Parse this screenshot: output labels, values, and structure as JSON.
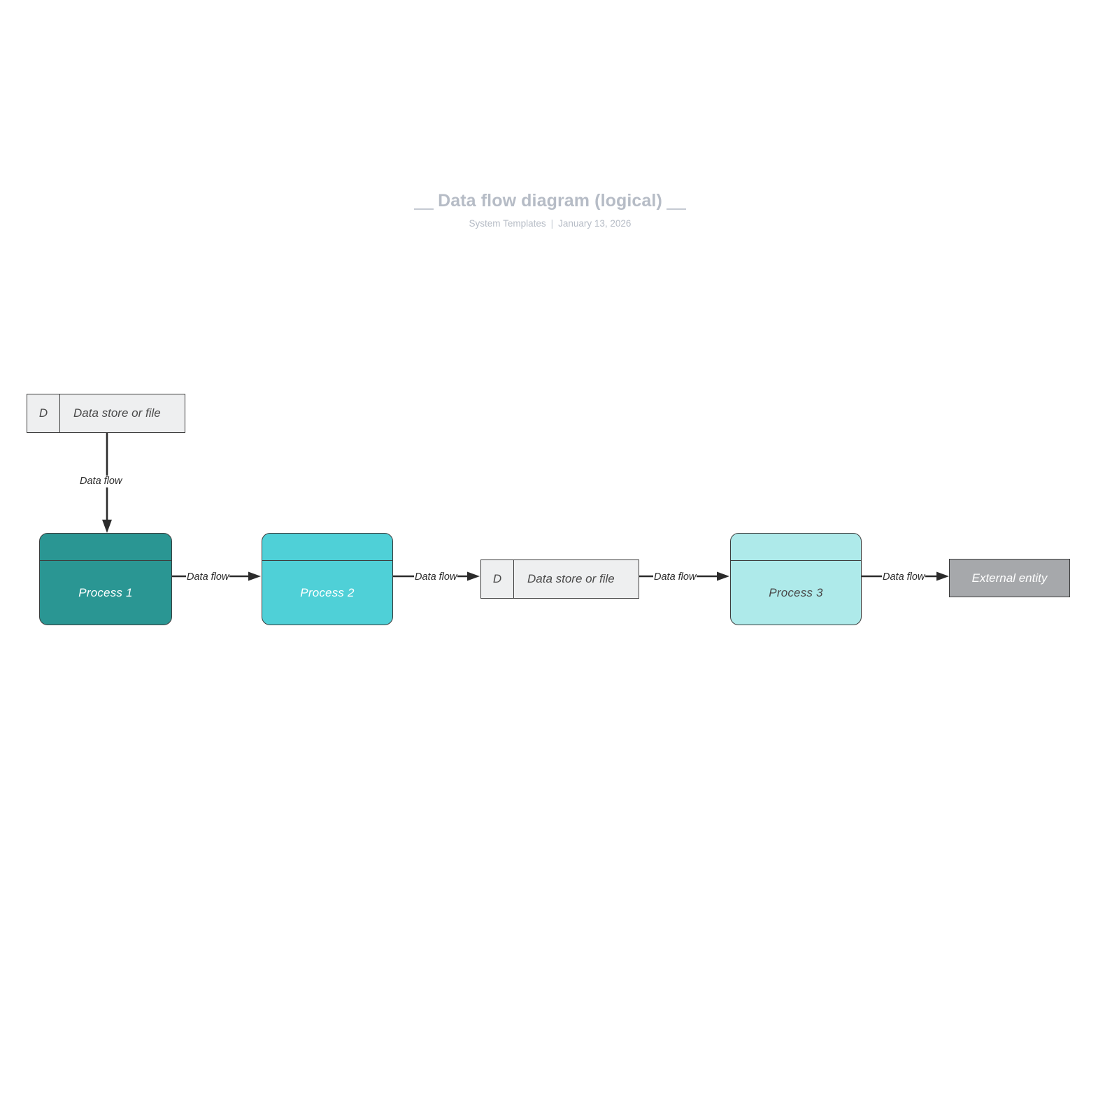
{
  "header": {
    "title": "Data flow diagram (logical)",
    "author": "System Templates",
    "separator": "|",
    "date": "January 13, 2026"
  },
  "palette": {
    "process1_fill": "#2a9693",
    "process2_fill": "#4fd0d7",
    "process3_fill": "#aeeaea",
    "entity_fill": "#a6a8ab",
    "datastore_fill": "#eeeff0",
    "stroke": "#3d3d3d",
    "title_color": "#b6bcc6",
    "label_color": "#2b2b2b"
  },
  "nodes": {
    "datastore_top": {
      "key": "D",
      "name": "Data store or file"
    },
    "datastore_mid": {
      "key": "D",
      "name": "Data store or file"
    },
    "process1": {
      "label": "Process 1"
    },
    "process2": {
      "label": "Process 2"
    },
    "process3": {
      "label": "Process 3"
    },
    "external_entity": {
      "label": "External entity"
    }
  },
  "connectors": [
    {
      "id": "ds-top-to-p1",
      "label": "Data flow",
      "direction": "down"
    },
    {
      "id": "p1-to-p2",
      "label": "Data flow",
      "direction": "right"
    },
    {
      "id": "p2-to-ds-mid",
      "label": "Data flow",
      "direction": "right"
    },
    {
      "id": "ds-mid-to-p3",
      "label": "Data flow",
      "direction": "right"
    },
    {
      "id": "p3-to-entity",
      "label": "Data flow",
      "direction": "right"
    }
  ]
}
